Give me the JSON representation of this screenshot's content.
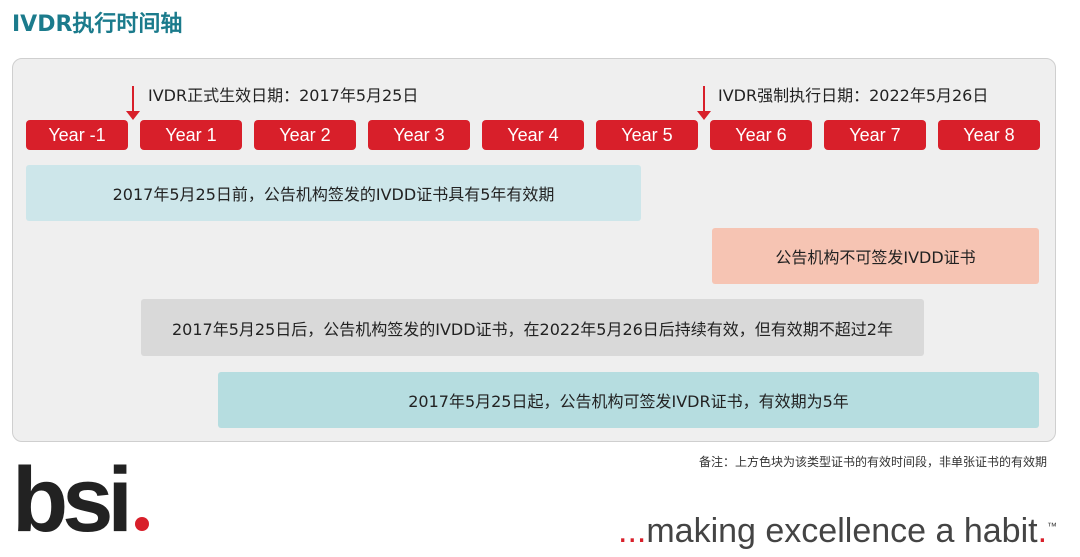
{
  "title": "IVDR执行时间轴",
  "years": [
    "Year -1",
    "Year 1",
    "Year 2",
    "Year 3",
    "Year 4",
    "Year 5",
    "Year 6",
    "Year 7",
    "Year 8"
  ],
  "milestones": [
    "IVDR正式生效日期：2017年5月25日",
    "IVDR强制执行日期：2022年5月26日"
  ],
  "bars": [
    "2017年5月25日前，公告机构签发的IVDD证书具有5年有效期",
    "公告机构不可签发IVDD证书",
    "2017年5月25日后，公告机构签发的IVDD证书，在2022年5月26日后持续有效，但有效期不超过2年",
    "2017年5月25日起，公告机构可签发IVDR证书，有效期为5年"
  ],
  "note": "备注：上方色块为该类型证书的有效时间段，非单张证书的有效期",
  "logo": "bsi",
  "tagline": {
    "prefix": "...",
    "text": "making excellence a habit",
    "suffix": ".",
    "tm": "™"
  },
  "colors": {
    "accent": "#d81f2a",
    "title": "#1b7b8c"
  }
}
